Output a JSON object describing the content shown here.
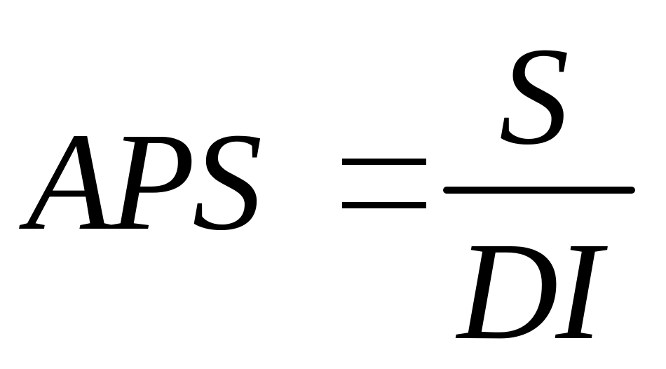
{
  "formula": {
    "lhs": "APS",
    "operator": "=",
    "numerator": "S",
    "denominator": "DI"
  },
  "colors": {
    "text": "#000000",
    "background": "#ffffff"
  }
}
